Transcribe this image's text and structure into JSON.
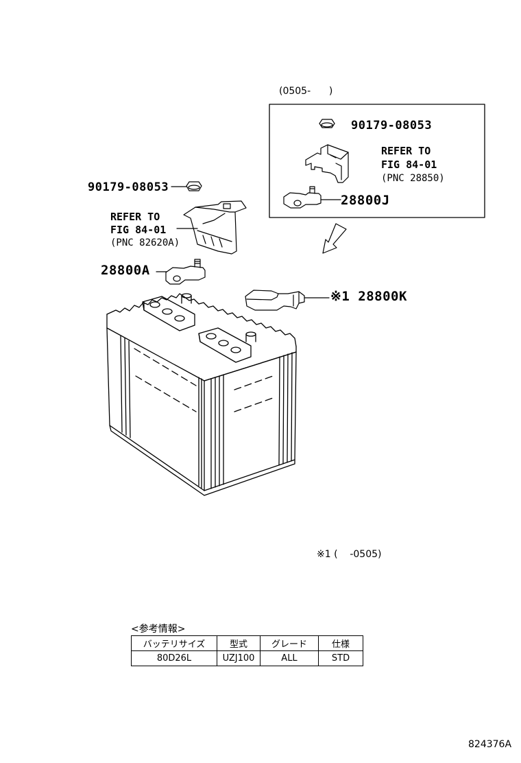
{
  "diagram": {
    "inset_range": "(0505-      )",
    "inset": {
      "nut_part": "90179-08053",
      "refer_line1": "REFER TO",
      "refer_line2": "FIG 84-01",
      "refer_line3": "(PNC 28850)",
      "terminal_part": "28800J"
    },
    "main": {
      "nut_part": "90179-08053",
      "refer_line1": "REFER TO",
      "refer_line2": "FIG 84-01",
      "refer_line3": "(PNC 82620A)",
      "terminal_a": "28800A",
      "terminal_k": "※1 28800K"
    },
    "footnote": "※1 (    -0505)",
    "figure_number": "824376A"
  },
  "info_table": {
    "heading": "<参考情報>",
    "headers": [
      "バッテリサイズ",
      "型式",
      "グレード",
      "仕様"
    ],
    "rows": [
      [
        "80D26L",
        "UZJ100",
        "ALL",
        "STD"
      ]
    ]
  }
}
